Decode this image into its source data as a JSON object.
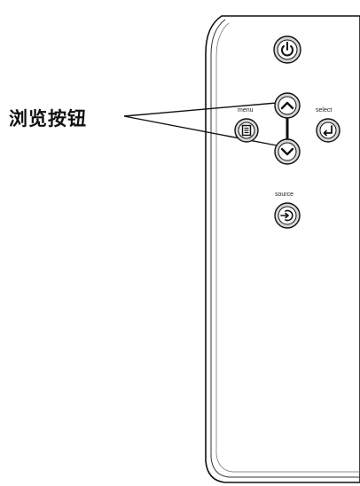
{
  "callout": {
    "text": "浏览按钮"
  },
  "remote": {
    "buttons": [
      {
        "id": "power",
        "label": "",
        "icon": "power-icon"
      },
      {
        "id": "menu",
        "label": "menu",
        "icon": "menu-icon"
      },
      {
        "id": "up",
        "label": "",
        "icon": "chevron-up-icon"
      },
      {
        "id": "down",
        "label": "",
        "icon": "chevron-down-icon"
      },
      {
        "id": "select",
        "label": "select",
        "icon": "enter-arrow-icon"
      },
      {
        "id": "source",
        "label": "source",
        "icon": "source-input-icon"
      }
    ]
  }
}
